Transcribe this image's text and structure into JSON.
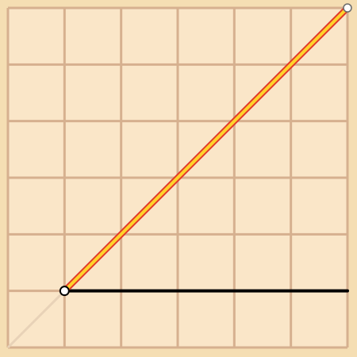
{
  "palette": {
    "background": "#f5deb3",
    "board": "#fae6c8",
    "grid": "#d6b08f",
    "diagonal_guide": "#e8d2b7",
    "baseline": "#000000",
    "curve_outer": "#e23b2a",
    "curve_inner": "#ffd22b",
    "handle_fill": "#ffffff",
    "start_handle_stroke": "#000000",
    "end_handle_stroke": "#6b6b6b"
  },
  "grid": {
    "divisions": 6
  },
  "curve": {
    "type": "linear",
    "start": {
      "x": 1,
      "y": 1
    },
    "end": {
      "x": 6,
      "y": 6
    },
    "baseline_to": 6,
    "start_handle_icon": "circle-handle",
    "end_handle_icon": "circle-handle"
  }
}
